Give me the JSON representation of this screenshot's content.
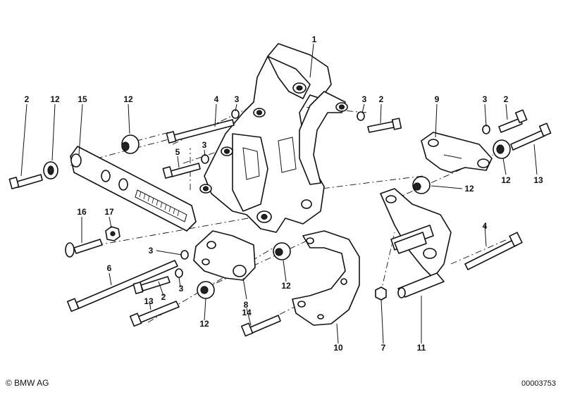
{
  "diagram": {
    "callouts": {
      "c1": "1",
      "c2a": "2",
      "c12a": "12",
      "c15": "15",
      "c12b": "12",
      "c4a": "4",
      "c3a": "3",
      "c5": "5",
      "c3b": "3",
      "c3c": "3",
      "c2b": "2",
      "c9": "9",
      "c3d": "3",
      "c2c": "2",
      "c12c": "12",
      "c13a": "13",
      "c12d": "12",
      "c16": "16",
      "c17": "17",
      "c3e": "3",
      "c4b": "4",
      "c6": "6",
      "c2d": "2",
      "c3f": "3",
      "c13b": "13",
      "c12e": "12",
      "c8": "8",
      "c12f": "12",
      "c14": "14",
      "c10": "10",
      "c7": "7",
      "c11": "11"
    }
  },
  "footer": {
    "copyright": "© BMW AG",
    "image_number": "00003753"
  }
}
